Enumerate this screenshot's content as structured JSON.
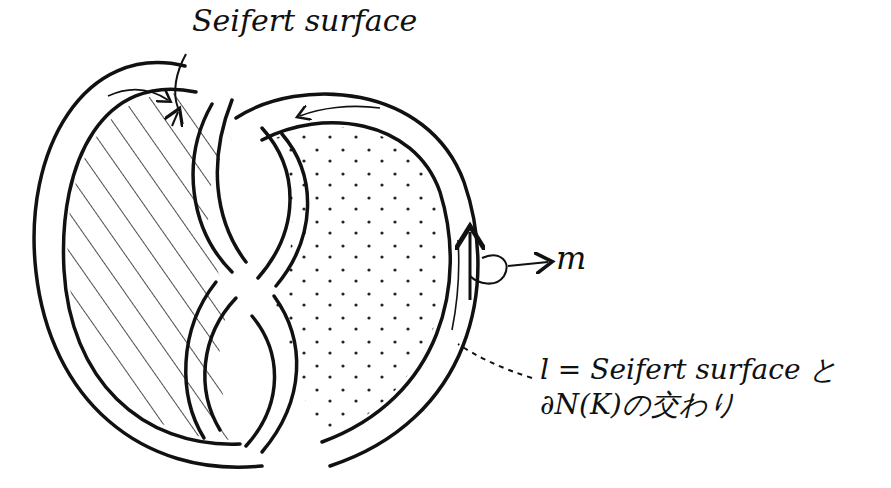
{
  "diagram": {
    "labels": [
      "Seifert surface",
      "m",
      "l = Seifert surface と∂N(K)の交わり"
    ]
  }
}
